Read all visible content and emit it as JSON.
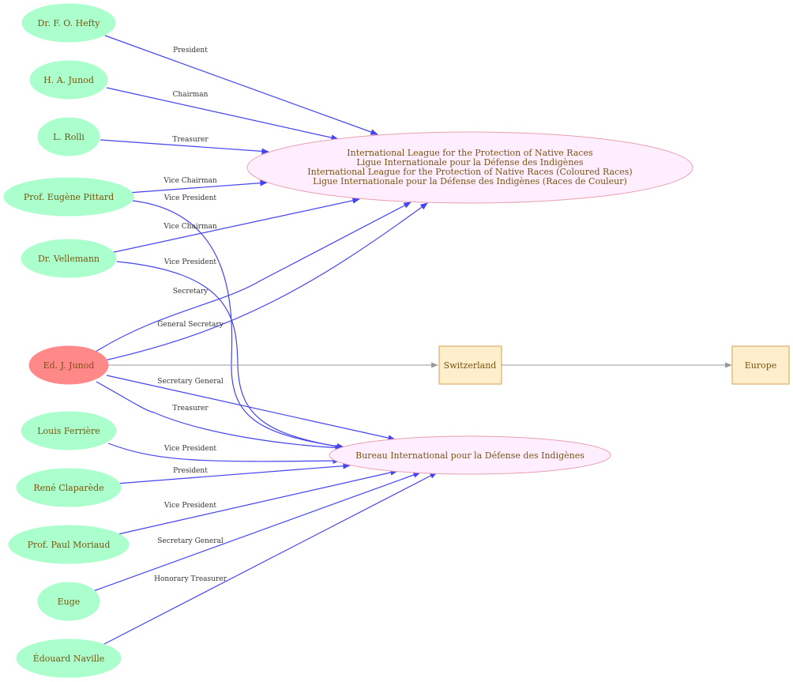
{
  "people": [
    {
      "id": "hefty",
      "label": "Dr. F. O. Hefty"
    },
    {
      "id": "hajunod",
      "label": "H. A. Junod"
    },
    {
      "id": "rolli",
      "label": "L. Rolli"
    },
    {
      "id": "pittard",
      "label": "Prof. Eugène Pittard"
    },
    {
      "id": "vellemann",
      "label": "Dr. Vellemann"
    },
    {
      "id": "edjunod",
      "label": "Ed. J. Junod"
    },
    {
      "id": "ferriere",
      "label": "Louis Ferrière"
    },
    {
      "id": "claparede",
      "label": "René Claparède"
    },
    {
      "id": "moriaud",
      "label": "Prof. Paul Moriaud"
    },
    {
      "id": "euge",
      "label": "Euge"
    },
    {
      "id": "naville",
      "label": "Édouard Naville"
    }
  ],
  "organizations": [
    {
      "id": "league",
      "lines": [
        "International League for the Protection of Native Races",
        "Ligue Internationale pour la Défense des Indigènes",
        "International League for the Protection of Native Races (Coloured Races)",
        "Ligue Internationale pour la Défense des Indigènes (Races de Couleur)"
      ]
    },
    {
      "id": "bureau",
      "lines": [
        "Bureau International pour la Défense des Indigènes"
      ]
    }
  ],
  "places": [
    {
      "id": "switzerland",
      "label": "Switzerland"
    },
    {
      "id": "europe",
      "label": "Europe"
    }
  ],
  "edges": [
    {
      "from": "hefty",
      "to": "league",
      "label": "President"
    },
    {
      "from": "hajunod",
      "to": "league",
      "label": "Chairman"
    },
    {
      "from": "rolli",
      "to": "league",
      "label": "Treasurer"
    },
    {
      "from": "pittard",
      "to": "league",
      "label": "Vice Chairman"
    },
    {
      "from": "pittard",
      "to": "bureau",
      "label": "Vice President"
    },
    {
      "from": "vellemann",
      "to": "league",
      "label": "Vice Chairman"
    },
    {
      "from": "vellemann",
      "to": "bureau",
      "label": "Vice President"
    },
    {
      "from": "edjunod",
      "to": "league",
      "label": "Secretary"
    },
    {
      "from": "edjunod",
      "to": "league",
      "label": "General Secretary"
    },
    {
      "from": "edjunod",
      "to": "switzerland",
      "label": ""
    },
    {
      "from": "edjunod",
      "to": "bureau",
      "label": "Secretary General"
    },
    {
      "from": "edjunod",
      "to": "bureau",
      "label": "Treasurer"
    },
    {
      "from": "ferriere",
      "to": "bureau",
      "label": "Vice President"
    },
    {
      "from": "claparede",
      "to": "bureau",
      "label": "President"
    },
    {
      "from": "moriaud",
      "to": "bureau",
      "label": "Vice President"
    },
    {
      "from": "euge",
      "to": "bureau",
      "label": "Secretary General"
    },
    {
      "from": "naville",
      "to": "bureau",
      "label": "Honorary Treasurer"
    },
    {
      "from": "switzerland",
      "to": "europe",
      "label": ""
    }
  ]
}
